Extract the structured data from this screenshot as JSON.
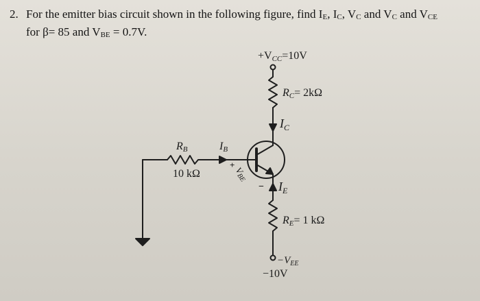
{
  "question": {
    "number": "2.",
    "line1_pre": "For the emitter bias circuit shown in the following figure, find I",
    "ie_sub": "E",
    "sep1": ", I",
    "ic_sub": "C",
    "sep2": ", V",
    "vc_sub": "C",
    "sep3": " and V",
    "vc2_sub": "C",
    "sep4": " and V",
    "vce_sub": "CE",
    "line2_pre": "for β= 85 and V",
    "vbe_sub": "BE",
    "line2_post": " = 0.7V."
  },
  "circuit": {
    "vcc": {
      "prefix": "+V",
      "sub": "CC",
      "value": "=10V"
    },
    "rc": {
      "name": "R",
      "sub": "C",
      "value": "= 2kΩ"
    },
    "ic": {
      "name": "I",
      "sub": "C"
    },
    "rb": {
      "name": "R",
      "sub": "B",
      "value": "10 kΩ"
    },
    "ib": {
      "name": "I",
      "sub": "B"
    },
    "vbe": {
      "plus": "+",
      "name": "V",
      "sub": "BE",
      "minus": "−"
    },
    "ie": {
      "name": "I",
      "sub": "E"
    },
    "re": {
      "name": "R",
      "sub": "E",
      "value": "= 1 kΩ"
    },
    "vee": {
      "prefix": "−V",
      "sub": "EE",
      "value": "−10V"
    }
  }
}
